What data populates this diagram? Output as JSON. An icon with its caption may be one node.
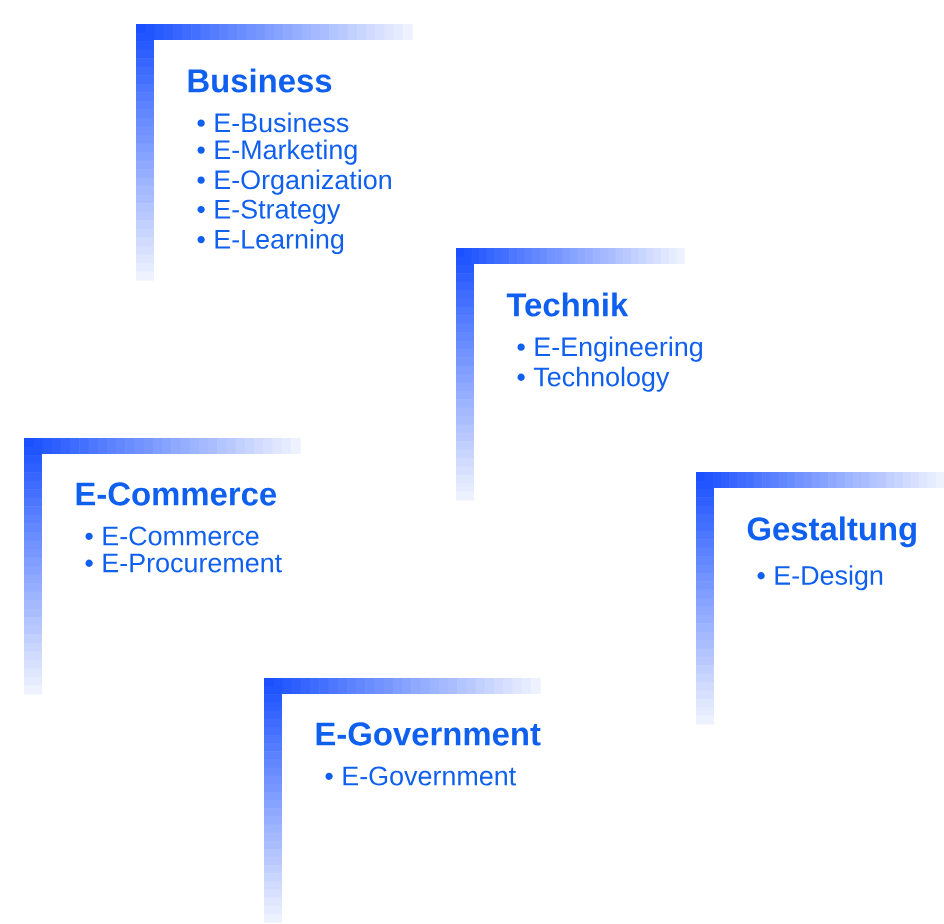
{
  "diagram": {
    "nodes": [
      {
        "text": [
          "Business",
          "• E-Business",
          "• E-Marketing",
          "• E-Organization",
          "• E-Strategy",
          "• E-Learning"
        ]
      },
      {
        "text": [
          "Technik",
          "• E-Engineering",
          "• Technology"
        ]
      },
      {
        "text": [
          "E-Commerce",
          "• E-Commerce",
          "• E-Procurement"
        ]
      },
      {
        "text": [
          "Gestaltung",
          "• E-Design"
        ]
      },
      {
        "text": [
          "E-Government",
          "• E-Government"
        ]
      }
    ]
  }
}
